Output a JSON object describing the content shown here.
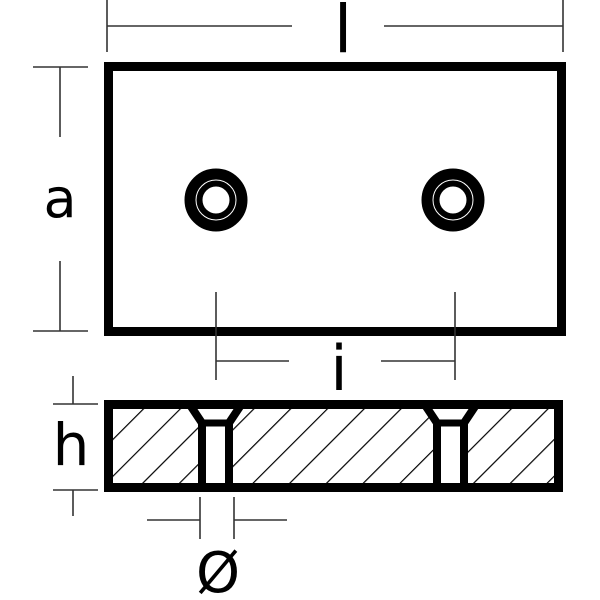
{
  "diagram": {
    "type": "technical dimension drawing",
    "views": [
      "top-view",
      "side-section-view"
    ],
    "colors": {
      "stroke": "#000000",
      "dimension_line": "#333333",
      "background": "#ffffff"
    },
    "labels": {
      "length": "l",
      "width": "a",
      "hole_spacing": "i",
      "height": "h",
      "diameter": "Ø"
    }
  }
}
